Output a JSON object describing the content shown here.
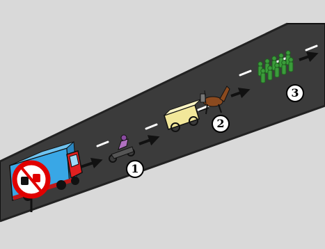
{
  "scene": {
    "labels": [
      {
        "id": "label-1",
        "text": "1"
      },
      {
        "id": "label-2",
        "text": "2"
      },
      {
        "id": "label-3",
        "text": "3"
      }
    ],
    "objects": [
      {
        "name": "truck",
        "color": "#e02020",
        "cargo_color": "#39a7e6"
      },
      {
        "name": "motorcycle",
        "rider_color": "#b070c0"
      },
      {
        "name": "horse-cart",
        "cart_color": "#f2e79a",
        "horse_color": "#8b4a1f"
      },
      {
        "name": "pedestrian-group",
        "color": "#3a9b3a"
      }
    ],
    "sign": {
      "name": "no-overtaking-sign",
      "ring_color": "#e00000"
    },
    "colors": {
      "background": "#d9d9d9",
      "road": "#3b3b3b",
      "lane_mark": "#ffffff",
      "arrow": "#111111"
    },
    "icons": [
      "arrow-right-icon"
    ]
  }
}
